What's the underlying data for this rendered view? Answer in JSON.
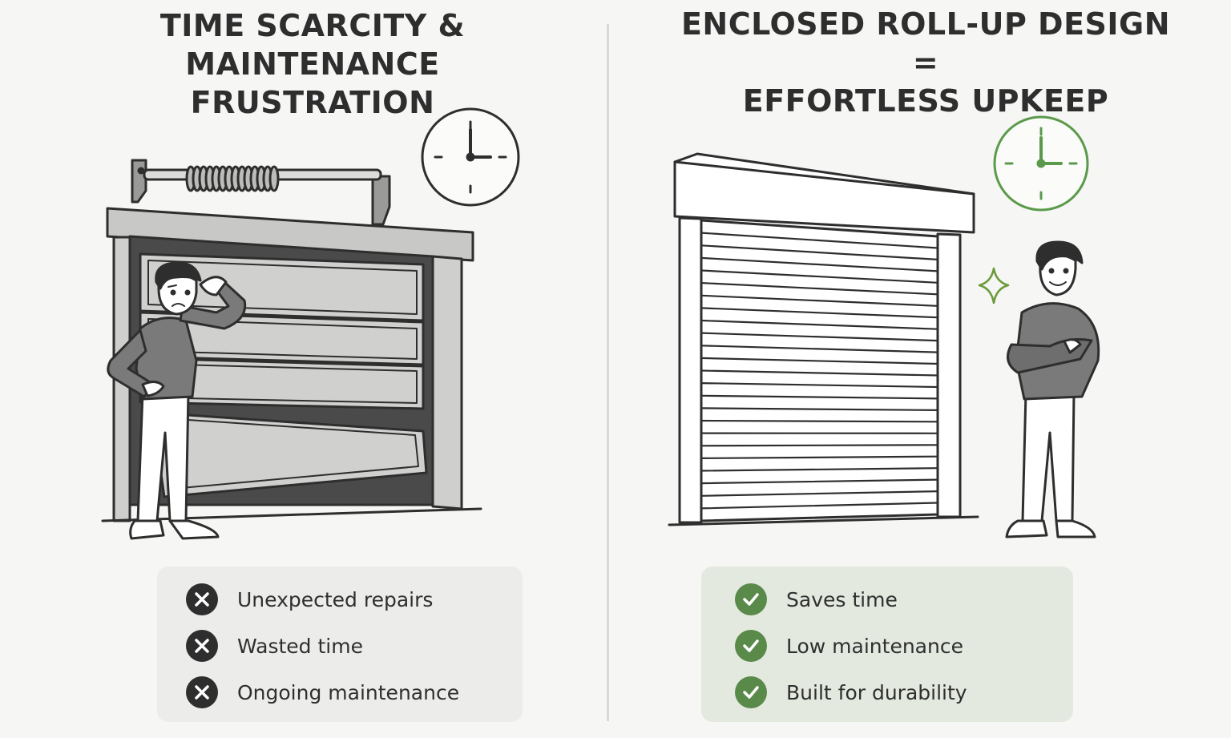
{
  "left": {
    "title_line1": "TIME SCARCITY &",
    "title_line2": "MAINTENANCE FRUSTRATION",
    "items": [
      {
        "text": "Unexpected repairs",
        "icon": "x-circle-icon"
      },
      {
        "text": "Wasted time",
        "icon": "x-circle-icon"
      },
      {
        "text": "Ongoing maintenance",
        "icon": "x-circle-icon"
      }
    ]
  },
  "right": {
    "title_line1": "ENCLOSED ROLL-UP DESIGN =",
    "title_line2": "EFFORTLESS UPKEEP",
    "items": [
      {
        "text": "Saves time",
        "icon": "check-circle-icon"
      },
      {
        "text": "Low maintenance",
        "icon": "check-circle-icon"
      },
      {
        "text": "Built for durability",
        "icon": "check-circle-icon"
      }
    ]
  },
  "colors": {
    "background": "#f6f6f4",
    "left_panel": "#ececea",
    "right_panel": "#e4e9df",
    "negative_icon": "#2e2e2e",
    "positive_icon": "#5a8a4a"
  }
}
